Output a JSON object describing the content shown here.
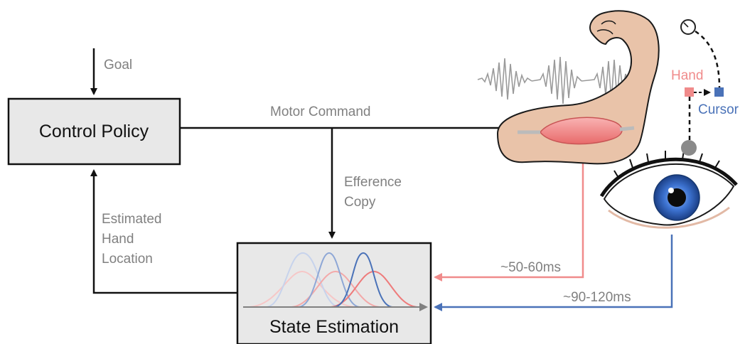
{
  "labels": {
    "goal": "Goal",
    "control_policy": "Control Policy",
    "motor_command": "Motor Command",
    "efference": "Efference",
    "copy": "Copy",
    "estimated": "Estimated",
    "hand": "Hand",
    "location": "Location",
    "state_estimation": "State Estimation",
    "delay_proprio": "~50-60ms",
    "delay_visual": "~90-120ms",
    "hand_marker": "Hand",
    "cursor_marker": "Cursor"
  },
  "colors": {
    "proprio": "#f08b8b",
    "visual": "#4a72b8",
    "text_gray": "#808080",
    "box_fill": "#e8e8e8",
    "skin": "#e9c3a9"
  }
}
